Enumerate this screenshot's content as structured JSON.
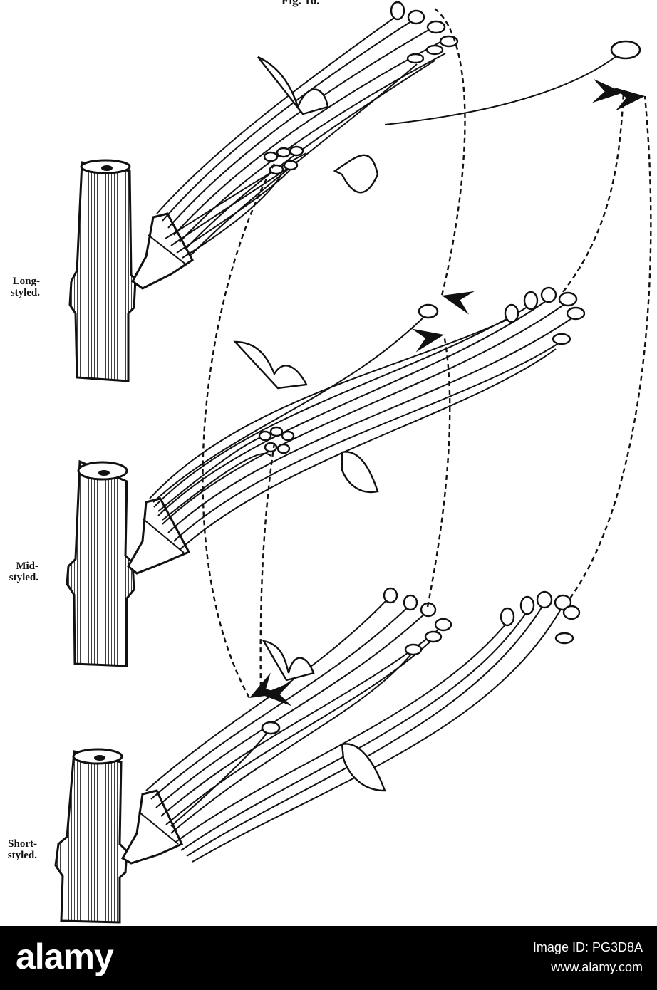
{
  "figure": {
    "title": "Fig. 16.",
    "labels": {
      "long": [
        "Long-",
        "styled."
      ],
      "mid": [
        "Mid-",
        "styled."
      ],
      "short": [
        "Short-",
        "styled."
      ]
    },
    "ink": "#111111"
  },
  "footer": {
    "brand": "alamy",
    "image_id": "Image ID: PG3D8A",
    "url": "www.alamy.com",
    "background": "#000000"
  }
}
